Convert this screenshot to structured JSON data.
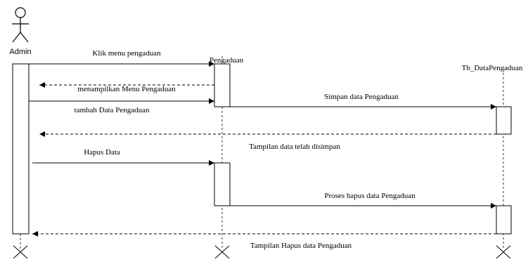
{
  "diagram": {
    "type": "sequence",
    "colors": {
      "line": "#000000",
      "background": "#ffffff"
    },
    "actor": {
      "label": "Admin"
    },
    "participants": [
      {
        "id": "pengaduan",
        "label": "Pengaduan"
      },
      {
        "id": "tb",
        "label": "Tb_DataPengaduan"
      }
    ],
    "messages": [
      {
        "id": "m1",
        "from": "Admin",
        "to": "Pengaduan",
        "label": "Klik menu pengaduan",
        "style": "solid"
      },
      {
        "id": "m2",
        "from": "Pengaduan",
        "to": "Admin",
        "label": "menampilkan Menu Pengaduan",
        "style": "dashed"
      },
      {
        "id": "m3",
        "from": "Admin",
        "to": "Pengaduan",
        "label": "tambah Data Pengaduan",
        "style": "solid"
      },
      {
        "id": "m4",
        "from": "Pengaduan",
        "to": "Tb_DataPengaduan",
        "label": "Simpan data Pengaduan",
        "style": "solid"
      },
      {
        "id": "m5",
        "from": "Tb_DataPengaduan",
        "to": "Admin",
        "label": "Tampilan data telah disimpan",
        "style": "dashed"
      },
      {
        "id": "m6",
        "from": "Admin",
        "to": "Pengaduan",
        "label": "Hapus Data",
        "style": "solid"
      },
      {
        "id": "m7",
        "from": "Pengaduan",
        "to": "Tb_DataPengaduan",
        "label": "Proses hapus data Pengaduan",
        "style": "solid"
      },
      {
        "id": "m8",
        "from": "Tb_DataPengaduan",
        "to": "Admin",
        "label": "Tampilan Hapus data Pengaduan",
        "style": "dashed"
      }
    ]
  }
}
